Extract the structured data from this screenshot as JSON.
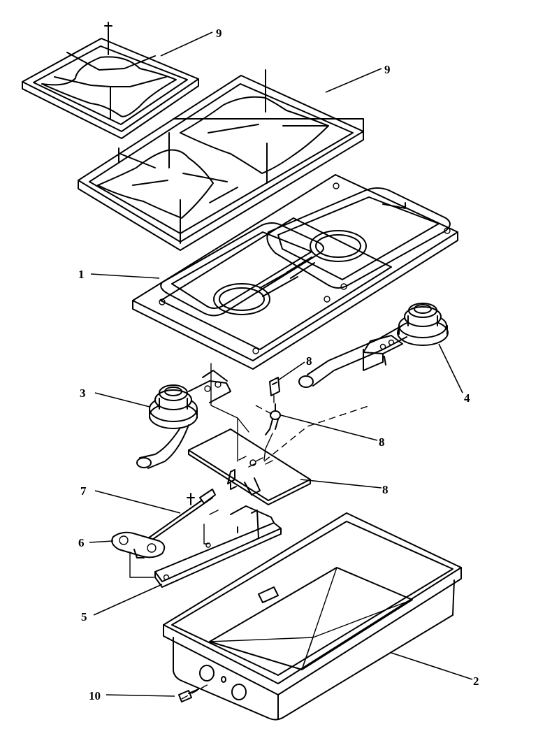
{
  "callouts": [
    {
      "id": "grate-small",
      "label": "9"
    },
    {
      "id": "grate-large",
      "label": "9"
    },
    {
      "id": "cooktop",
      "label": "1"
    },
    {
      "id": "burner-left",
      "label": "3"
    },
    {
      "id": "burner-right",
      "label": "4"
    },
    {
      "id": "clip",
      "label": "8"
    },
    {
      "id": "orifice",
      "label": "8"
    },
    {
      "id": "bracket",
      "label": "8"
    },
    {
      "id": "rod",
      "label": "7"
    },
    {
      "id": "key",
      "label": "6"
    },
    {
      "id": "manifold-bracket",
      "label": "5"
    },
    {
      "id": "pan",
      "label": "2"
    },
    {
      "id": "screw",
      "label": "10"
    }
  ]
}
